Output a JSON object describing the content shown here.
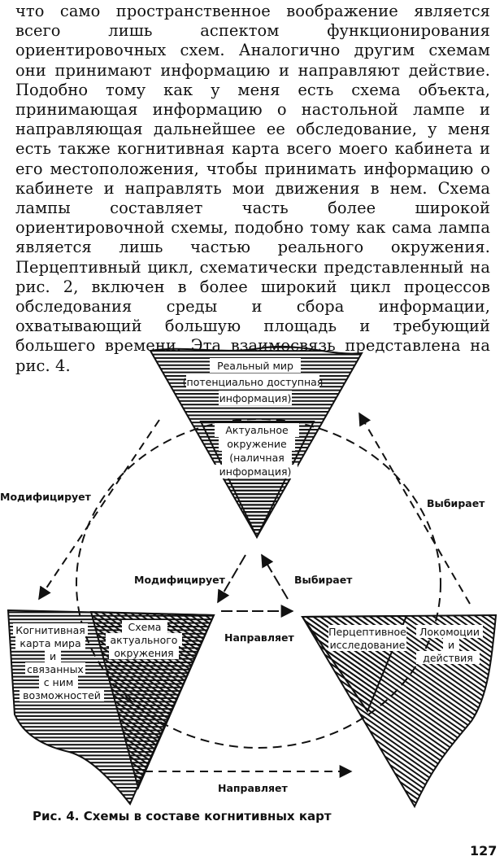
{
  "text": {
    "paragraph": "что само пространственное воображение является всего лишь аспектом функционирования ориентировочных схем. Аналогично другим схемам они принимают информацию и направляют действие. Подобно тому как у меня есть схема объекта, принимающая информацию о настольной лампе и направляющая дальнейшее ее обследование, у меня есть также когнитивная карта всего моего кабинета и его местоположения, чтобы принимать информацию о кабинете и направлять мои движения в нем. Схема лампы составляет часть более широкой ориентировочной схемы, подобно тому как сама лампа является лишь частью реального окружения. Перцептивный цикл, схематически представленный на рис. 2, включен в более широкий цикл процессов обследования среды и сбора информации, охватывающий большую площадь и требующий большего времени. Эта взаимосвязь представлена на рис. 4."
  },
  "figure": {
    "top_triangle": {
      "outer_lines": [
        "Реальный мир",
        "(потенциально доступная",
        "информация)"
      ],
      "inner_lines": [
        "Актуальное",
        "окружение",
        "(наличная",
        "информация)"
      ]
    },
    "left_triangle": {
      "outer_lines": [
        "Когнитивная",
        "карта мира",
        "и",
        "связанных",
        "с ним",
        "возможностей"
      ],
      "inner_lines": [
        "Схема",
        "актуального",
        "окружения"
      ]
    },
    "right_triangle": {
      "inner_lines": [
        "Перцептивное",
        "исследование"
      ],
      "outer_lines": [
        "Локомоции",
        "и",
        "действия"
      ]
    },
    "arrows": {
      "outer_left": "Модифицирует",
      "outer_right": "Выбирает",
      "inner_left": "Модифицирует",
      "inner_right": "Выбирает",
      "inner_bottom": "Направляет",
      "outer_bottom": "Направляет"
    },
    "caption_prefix": "Рис. 4.",
    "caption_text": "Схемы в составе когнитивных карт"
  },
  "page_number": "127"
}
